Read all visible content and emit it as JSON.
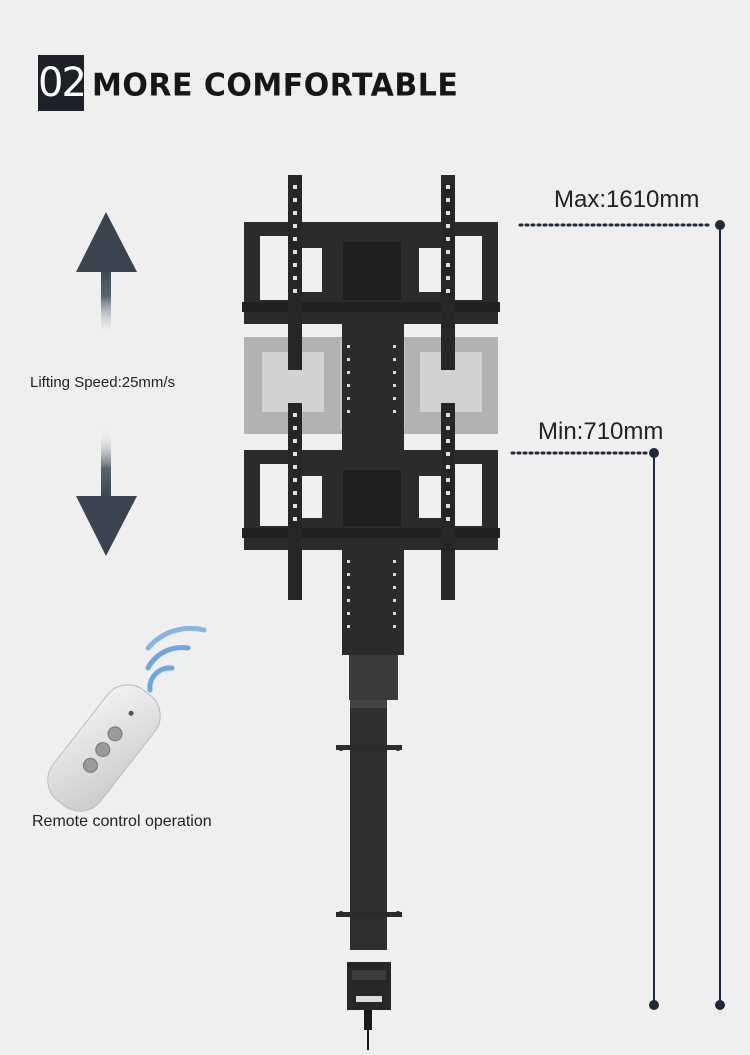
{
  "section": {
    "number": "02",
    "title": "MORE COMFORTABLE"
  },
  "dimensions": {
    "max_label": "Max:1610mm",
    "min_label": "Min:710mm"
  },
  "speed": {
    "label": "Lifting Speed:25mm/s"
  },
  "remote": {
    "label": "Remote control operation"
  },
  "colors": {
    "background": "#efefef",
    "dark": "#1e2228",
    "frame": "#2b2b2b",
    "guide": "#1f2a3a"
  }
}
